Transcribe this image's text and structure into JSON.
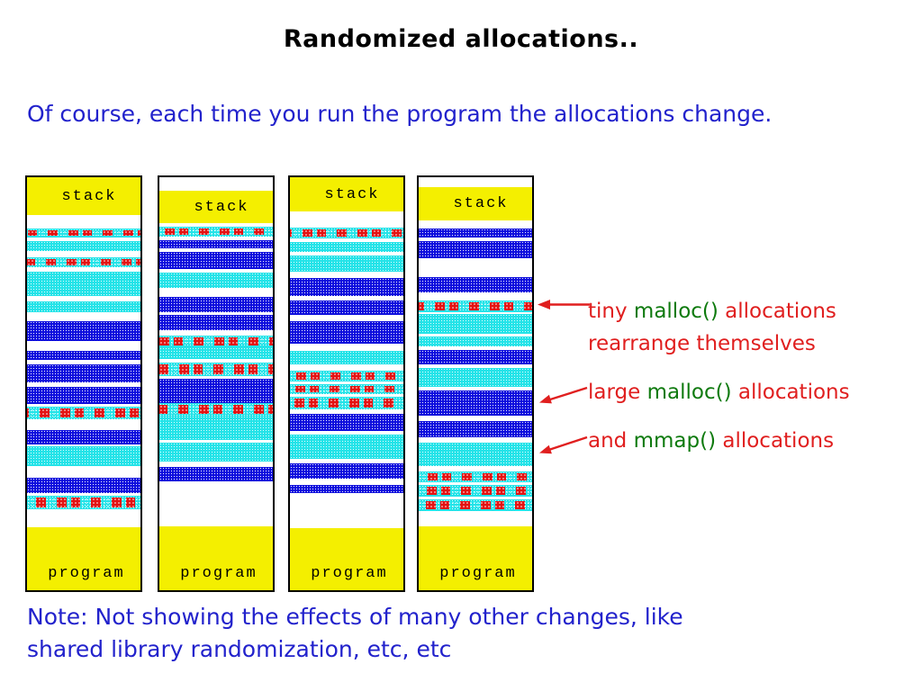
{
  "title": "Randomized allocations..",
  "subtitle": "Of course, each time you run the program the allocations change.",
  "note": {
    "line1": "Note: Not showing the effects of many other changes, like",
    "line2": "shared library randomization, etc, etc"
  },
  "colors": {
    "text_blue": "#2222cc",
    "annotation_red": "#e01f1f",
    "annotation_green": "#0e7a0e",
    "band_yellow": "#f4ef00",
    "band_cyan": "#24e3e8",
    "band_navy": "#0d0ddd",
    "band_red": "#e31212"
  },
  "annotations": [
    {
      "lines": [
        [
          {
            "text": "tiny ",
            "color": "red"
          },
          {
            "text": "malloc()",
            "color": "green"
          },
          {
            "text": " allocations",
            "color": "red"
          }
        ],
        [
          {
            "text": "rearrange themselves",
            "color": "red"
          }
        ]
      ]
    },
    {
      "lines": [
        [
          {
            "text": "large ",
            "color": "red"
          },
          {
            "text": "malloc()",
            "color": "green"
          },
          {
            "text": " allocations",
            "color": "red"
          }
        ]
      ]
    },
    {
      "lines": [
        [
          {
            "text": "and ",
            "color": "red"
          },
          {
            "text": "mmap()",
            "color": "green"
          },
          {
            "text": " allocations",
            "color": "red"
          }
        ]
      ]
    }
  ],
  "memory_map": {
    "columns": [
      {
        "top_label": "stack",
        "bottom_label": "program",
        "bands": [
          {
            "t": "stack",
            "h": 42
          },
          {
            "t": "gap",
            "h": 15
          },
          {
            "t": "tiny",
            "h": 10
          },
          {
            "t": "gap",
            "h": 4
          },
          {
            "t": "cyan",
            "h": 11
          },
          {
            "t": "gap",
            "h": 7
          },
          {
            "t": "tiny",
            "h": 11
          },
          {
            "t": "gap",
            "h": 5
          },
          {
            "t": "cyan",
            "h": 27
          },
          {
            "t": "gap",
            "h": 6
          },
          {
            "t": "cyan",
            "h": 12
          },
          {
            "t": "gap",
            "h": 10
          },
          {
            "t": "navy",
            "h": 22
          },
          {
            "t": "gap",
            "h": 11
          },
          {
            "t": "navy",
            "h": 10
          },
          {
            "t": "gap",
            "h": 5
          },
          {
            "t": "navy",
            "h": 20
          },
          {
            "t": "gap",
            "h": 5
          },
          {
            "t": "navy",
            "h": 19
          },
          {
            "t": "gap",
            "h": 3
          },
          {
            "t": "tiny",
            "h": 14
          },
          {
            "t": "gap",
            "h": 12
          },
          {
            "t": "navy",
            "h": 16
          },
          {
            "t": "gap",
            "h": 2
          },
          {
            "t": "cyan",
            "h": 22
          },
          {
            "t": "gap",
            "h": 13
          },
          {
            "t": "navy",
            "h": 17
          },
          {
            "t": "gap",
            "h": 3
          },
          {
            "t": "tiny",
            "h": 15
          },
          {
            "t": "gap",
            "h": 20
          },
          {
            "t": "program"
          }
        ]
      },
      {
        "top_label": "stack",
        "bottom_label": "program",
        "bands": [
          {
            "t": "gap",
            "h": 15
          },
          {
            "t": "stack",
            "h": 36
          },
          {
            "t": "gap",
            "h": 4
          },
          {
            "t": "tiny",
            "h": 11
          },
          {
            "t": "gap",
            "h": 4
          },
          {
            "t": "navy",
            "h": 9
          },
          {
            "t": "gap",
            "h": 4
          },
          {
            "t": "navy",
            "h": 19
          },
          {
            "t": "gap",
            "h": 4
          },
          {
            "t": "cyan",
            "h": 17
          },
          {
            "t": "gap",
            "h": 10
          },
          {
            "t": "navy",
            "h": 17
          },
          {
            "t": "gap",
            "h": 3
          },
          {
            "t": "navy",
            "h": 17
          },
          {
            "t": "gap",
            "h": 6
          },
          {
            "t": "tiny",
            "h": 13
          },
          {
            "t": "cyan",
            "h": 13
          },
          {
            "t": "gap",
            "h": 4
          },
          {
            "t": "tiny",
            "h": 15
          },
          {
            "t": "gap",
            "h": 3
          },
          {
            "t": "navy",
            "h": 27
          },
          {
            "t": "tiny",
            "h": 14
          },
          {
            "t": "cyan",
            "h": 27
          },
          {
            "t": "gap",
            "h": 3
          },
          {
            "t": "cyan",
            "h": 21
          },
          {
            "t": "gap",
            "h": 6
          },
          {
            "t": "navy",
            "h": 16
          },
          {
            "t": "gap",
            "h": 50
          },
          {
            "t": "program"
          }
        ]
      },
      {
        "top_label": "stack",
        "bottom_label": "program",
        "bands": [
          {
            "t": "stack",
            "h": 38
          },
          {
            "t": "gap",
            "h": 18
          },
          {
            "t": "tiny",
            "h": 12
          },
          {
            "t": "gap",
            "h": 4
          },
          {
            "t": "cyan",
            "h": 11
          },
          {
            "t": "gap",
            "h": 4
          },
          {
            "t": "cyan",
            "h": 18
          },
          {
            "t": "gap",
            "h": 7
          },
          {
            "t": "navy",
            "h": 20
          },
          {
            "t": "gap",
            "h": 5
          },
          {
            "t": "navy",
            "h": 16
          },
          {
            "t": "gap",
            "h": 7
          },
          {
            "t": "navy",
            "h": 25
          },
          {
            "t": "gap",
            "h": 8
          },
          {
            "t": "cyan",
            "h": 15
          },
          {
            "t": "gap",
            "h": 7
          },
          {
            "t": "tiny",
            "h": 12
          },
          {
            "t": "gap",
            "h": 3
          },
          {
            "t": "tiny",
            "h": 11
          },
          {
            "t": "gap",
            "h": 3
          },
          {
            "t": "tiny",
            "h": 14
          },
          {
            "t": "gap",
            "h": 5
          },
          {
            "t": "navy",
            "h": 19
          },
          {
            "t": "gap",
            "h": 4
          },
          {
            "t": "cyan",
            "h": 27
          },
          {
            "t": "gap",
            "h": 5
          },
          {
            "t": "navy",
            "h": 17
          },
          {
            "t": "gap",
            "h": 7
          },
          {
            "t": "navy",
            "h": 9
          },
          {
            "t": "gap",
            "h": 39
          },
          {
            "t": "program"
          }
        ]
      },
      {
        "top_label": "stack",
        "bottom_label": "program",
        "bands": [
          {
            "t": "gap",
            "h": 11
          },
          {
            "t": "stack",
            "h": 37
          },
          {
            "t": "gap",
            "h": 9
          },
          {
            "t": "navy",
            "h": 10
          },
          {
            "t": "gap",
            "h": 4
          },
          {
            "t": "navy",
            "h": 19
          },
          {
            "t": "gap",
            "h": 21
          },
          {
            "t": "navy",
            "h": 17
          },
          {
            "t": "gap",
            "h": 9
          },
          {
            "t": "tiny",
            "h": 13
          },
          {
            "t": "gap",
            "h": 2
          },
          {
            "t": "cyan",
            "h": 22
          },
          {
            "t": "gap",
            "h": 3
          },
          {
            "t": "cyan",
            "h": 11
          },
          {
            "t": "gap",
            "h": 4
          },
          {
            "t": "navy",
            "h": 16
          },
          {
            "t": "gap",
            "h": 4
          },
          {
            "t": "cyan",
            "h": 21
          },
          {
            "t": "gap",
            "h": 4
          },
          {
            "t": "navy",
            "h": 28
          },
          {
            "t": "gap",
            "h": 6
          },
          {
            "t": "navy",
            "h": 18
          },
          {
            "t": "gap",
            "h": 6
          },
          {
            "t": "cyan",
            "h": 26
          },
          {
            "t": "gap",
            "h": 6
          },
          {
            "t": "tiny",
            "h": 12
          },
          {
            "t": "gap",
            "h": 3
          },
          {
            "t": "tiny",
            "h": 13
          },
          {
            "t": "gap",
            "h": 3
          },
          {
            "t": "tiny",
            "h": 13
          },
          {
            "t": "gap",
            "h": 17
          },
          {
            "t": "program"
          }
        ]
      }
    ]
  }
}
